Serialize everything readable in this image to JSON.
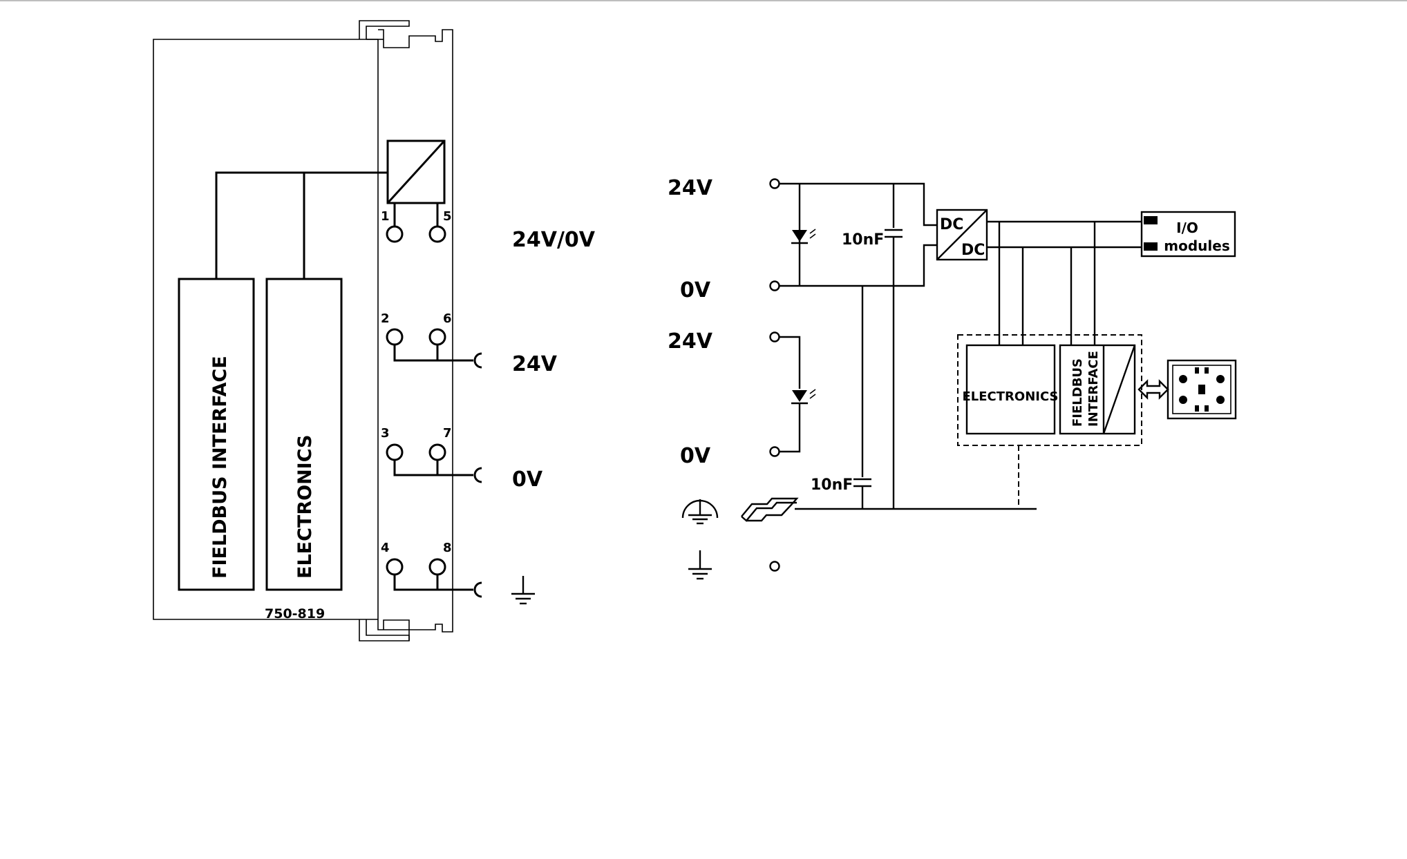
{
  "module": {
    "part_number": "750-819",
    "blocks": {
      "fieldbus_interface": "FIELDBUS INTERFACE",
      "electronics": "ELECTRONICS"
    },
    "terminal_numbers": [
      "1",
      "5",
      "2",
      "6",
      "3",
      "7",
      "4",
      "8"
    ],
    "side_labels": {
      "supply": "24V/0V",
      "plus": "24V",
      "zero": "0V"
    }
  },
  "schematic": {
    "input_labels": {
      "v24_top": "24V",
      "v0_top": "0V",
      "v24_bottom": "24V",
      "v0_bottom": "0V"
    },
    "capacitor_top": "10nF",
    "capacitor_bottom": "10nF",
    "dcdc": {
      "top": "DC",
      "bottom": "DC"
    },
    "io_modules": {
      "line1": "I/O",
      "line2": "modules"
    },
    "electronics": "ELECTRONICS",
    "fieldbus_interface": {
      "line1": "FIELDBUS",
      "line2": "INTERFACE"
    }
  },
  "icons": [
    "dc-dc-converter-icon",
    "led-diode-icon",
    "capacitor-icon",
    "ground-icon",
    "protective-earth-icon",
    "din-rail-icon",
    "fieldbus-connector-icon",
    "double-arrow-icon"
  ]
}
